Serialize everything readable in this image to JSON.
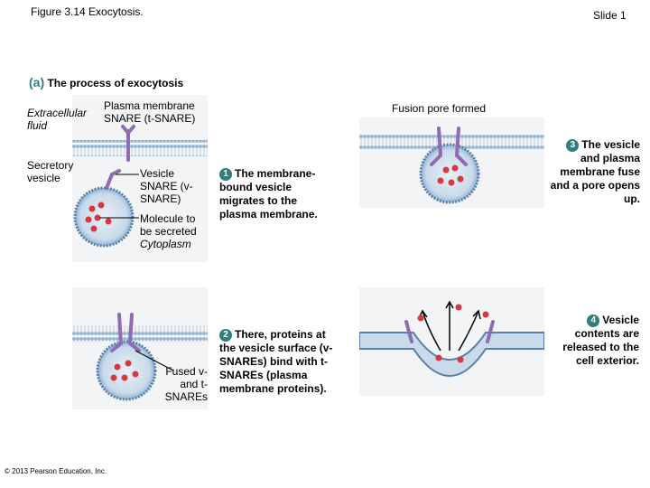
{
  "header": {
    "figure_title": "Figure 3.14 Exocytosis.",
    "slide_label": "Slide 1"
  },
  "subtitle": {
    "letter": "(a)",
    "text": "The process of exocytosis"
  },
  "labels": {
    "extracellular_fluid": "Extracellular fluid",
    "plasma_membrane_snare": "Plasma membrane SNARE (t-SNARE)",
    "secretory_vesicle": "Secretory vesicle",
    "vesicle_snare": "Vesicle SNARE (v-SNARE)",
    "molecule_to_be_secreted": "Molecule to be secreted",
    "cytoplasm": "Cytoplasm",
    "fusion_pore_formed": "Fusion pore formed",
    "fused_snares": "Fused v- and t-SNAREs"
  },
  "steps": [
    {
      "number": "1",
      "text": "The membrane-bound vesicle migrates to the plasma membrane."
    },
    {
      "number": "2",
      "text": "There, proteins at the vesicle surface (v-SNAREs) bind with t-SNAREs (plasma membrane proteins)."
    },
    {
      "number": "3",
      "text": "The vesicle and plasma membrane fuse and a pore opens up."
    },
    {
      "number": "4",
      "text": "Vesicle contents are released to the cell exterior."
    }
  ],
  "footer": {
    "copyright": "© 2013 Pearson Education, Inc."
  },
  "colors": {
    "membrane_blue": "#8fb4d6",
    "membrane_dark": "#5a7fa6",
    "snare_purple": "#8e6bb3",
    "snare_light": "#c7a9dc",
    "molecule_red": "#d8373f",
    "badge_teal": "#2e7f80",
    "panel_bg": "#f2f4f6"
  }
}
